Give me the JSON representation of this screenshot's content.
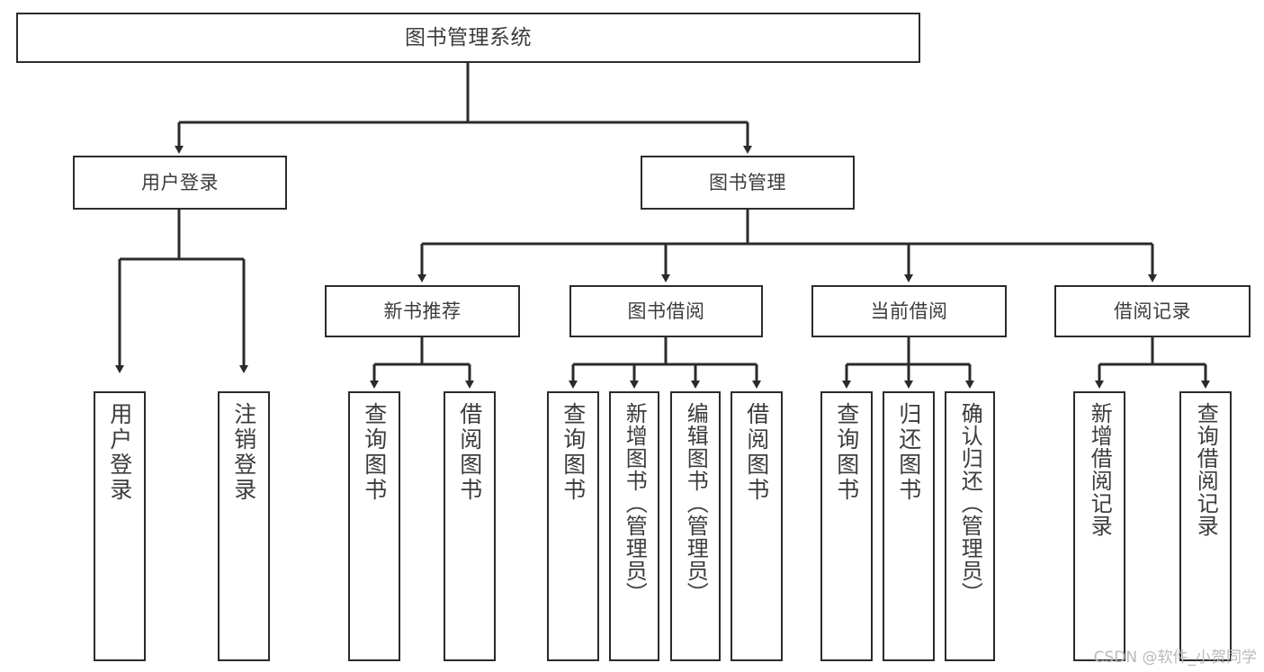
{
  "diagram": {
    "title": "图书管理系统",
    "watermark": "CSDN @软件_小贺同学",
    "accent_color": "#3c3c3c",
    "stroke_color": "#2b2b2b",
    "background_color": "#ffffff",
    "root": {
      "label": "图书管理系统"
    },
    "tier1": [
      {
        "label": "用户登录"
      },
      {
        "label": "图书管理"
      }
    ],
    "tier2": [
      {
        "label": "新书推荐"
      },
      {
        "label": "图书借阅"
      },
      {
        "label": "当前借阅"
      },
      {
        "label": "借阅记录"
      }
    ],
    "leaves": [
      {
        "label": "用户登录"
      },
      {
        "label": "注销登录"
      },
      {
        "label": "查询图书"
      },
      {
        "label": "借阅图书"
      },
      {
        "label": "查询图书"
      },
      {
        "label": "新增图书（管理员）"
      },
      {
        "label": "编辑图书（管理员）"
      },
      {
        "label": "借阅图书"
      },
      {
        "label": "查询图书"
      },
      {
        "label": "归还图书"
      },
      {
        "label": "确认归还（管理员）"
      },
      {
        "label": "新增借阅记录"
      },
      {
        "label": "查询借阅记录"
      }
    ]
  }
}
